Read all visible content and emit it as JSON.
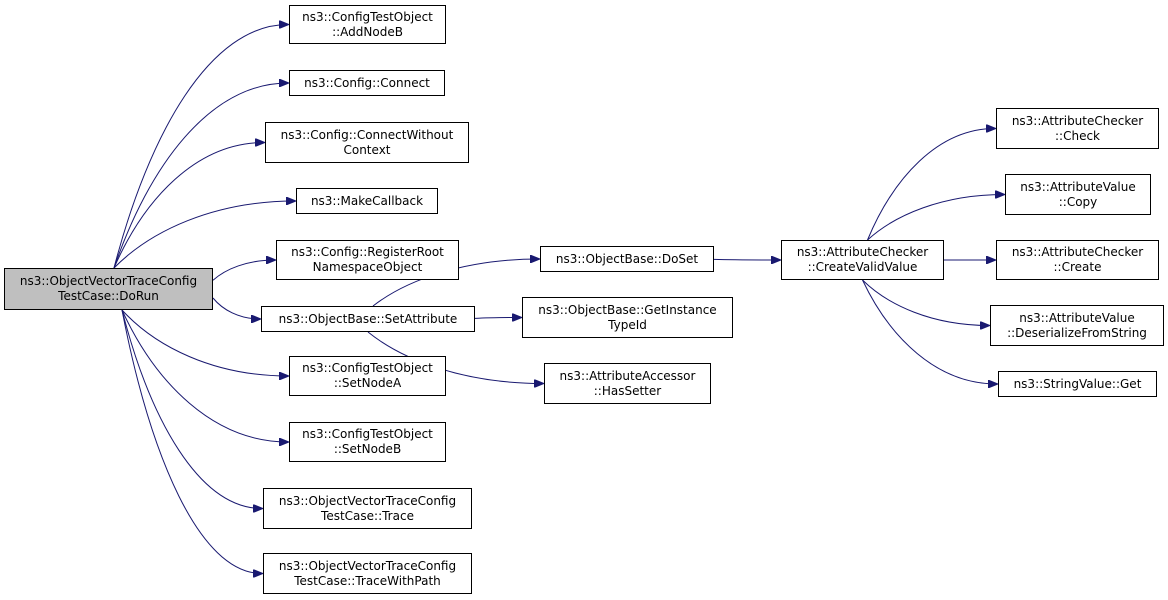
{
  "colors": {
    "edge": "#191970",
    "node_border": "#000000",
    "node_fill": "#ffffff",
    "root_fill": "#bfbfbf"
  },
  "nodes": {
    "root": {
      "line1": "ns3::ObjectVectorTraceConfig",
      "line2": "TestCase::DoRun"
    },
    "add_node_b": {
      "line1": "ns3::ConfigTestObject",
      "line2": "::AddNodeB"
    },
    "connect": {
      "line1": "ns3::Config::Connect"
    },
    "connect_without_context": {
      "line1": "ns3::Config::ConnectWithout",
      "line2": "Context"
    },
    "make_callback": {
      "line1": "ns3::MakeCallback"
    },
    "register_root": {
      "line1": "ns3::Config::RegisterRoot",
      "line2": "NamespaceObject"
    },
    "set_attribute": {
      "line1": "ns3::ObjectBase::SetAttribute"
    },
    "set_node_a": {
      "line1": "ns3::ConfigTestObject",
      "line2": "::SetNodeA"
    },
    "set_node_b": {
      "line1": "ns3::ConfigTestObject",
      "line2": "::SetNodeB"
    },
    "trace": {
      "line1": "ns3::ObjectVectorTraceConfig",
      "line2": "TestCase::Trace"
    },
    "trace_with_path": {
      "line1": "ns3::ObjectVectorTraceConfig",
      "line2": "TestCase::TraceWithPath"
    },
    "do_set": {
      "line1": "ns3::ObjectBase::DoSet"
    },
    "get_instance_type_id": {
      "line1": "ns3::ObjectBase::GetInstance",
      "line2": "TypeId"
    },
    "has_setter": {
      "line1": "ns3::AttributeAccessor",
      "line2": "::HasSetter"
    },
    "create_valid_value": {
      "line1": "ns3::AttributeChecker",
      "line2": "::CreateValidValue"
    },
    "check": {
      "line1": "ns3::AttributeChecker",
      "line2": "::Check"
    },
    "copy": {
      "line1": "ns3::AttributeValue",
      "line2": "::Copy"
    },
    "create": {
      "line1": "ns3::AttributeChecker",
      "line2": "::Create"
    },
    "deserialize": {
      "line1": "ns3::AttributeValue",
      "line2": "::DeserializeFromString"
    },
    "string_get": {
      "line1": "ns3::StringValue::Get"
    }
  },
  "edges": [
    [
      "root",
      "add_node_b"
    ],
    [
      "root",
      "connect"
    ],
    [
      "root",
      "connect_without_context"
    ],
    [
      "root",
      "make_callback"
    ],
    [
      "root",
      "register_root"
    ],
    [
      "root",
      "set_attribute"
    ],
    [
      "root",
      "set_node_a"
    ],
    [
      "root",
      "set_node_b"
    ],
    [
      "root",
      "trace"
    ],
    [
      "root",
      "trace_with_path"
    ],
    [
      "set_attribute",
      "do_set"
    ],
    [
      "set_attribute",
      "get_instance_type_id"
    ],
    [
      "set_attribute",
      "has_setter"
    ],
    [
      "do_set",
      "create_valid_value"
    ],
    [
      "create_valid_value",
      "check"
    ],
    [
      "create_valid_value",
      "copy"
    ],
    [
      "create_valid_value",
      "create"
    ],
    [
      "create_valid_value",
      "deserialize"
    ],
    [
      "create_valid_value",
      "string_get"
    ]
  ]
}
